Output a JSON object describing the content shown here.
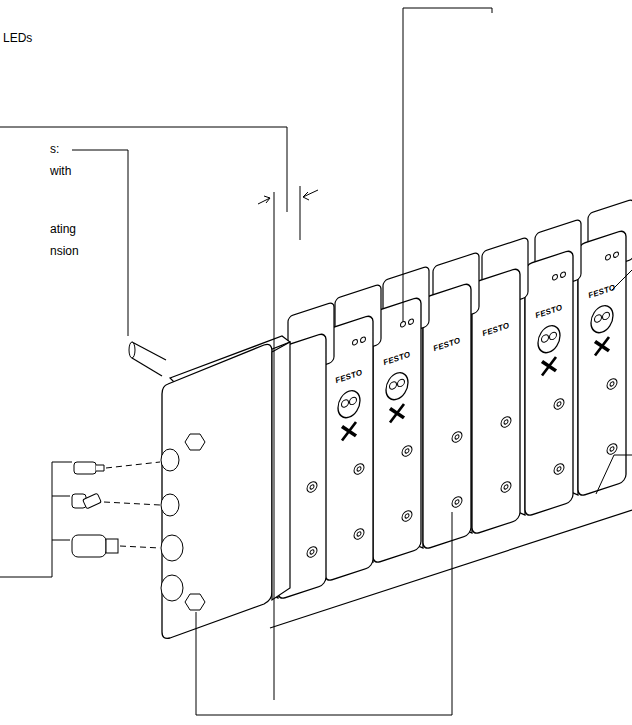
{
  "diagram": {
    "labels": [
      "LEDs",
      "s:",
      "with",
      "ating",
      "nsion",
      "FESTO",
      "FESTO",
      "FESTO",
      "FESTO",
      "FESTO",
      "FESTO"
    ]
  }
}
